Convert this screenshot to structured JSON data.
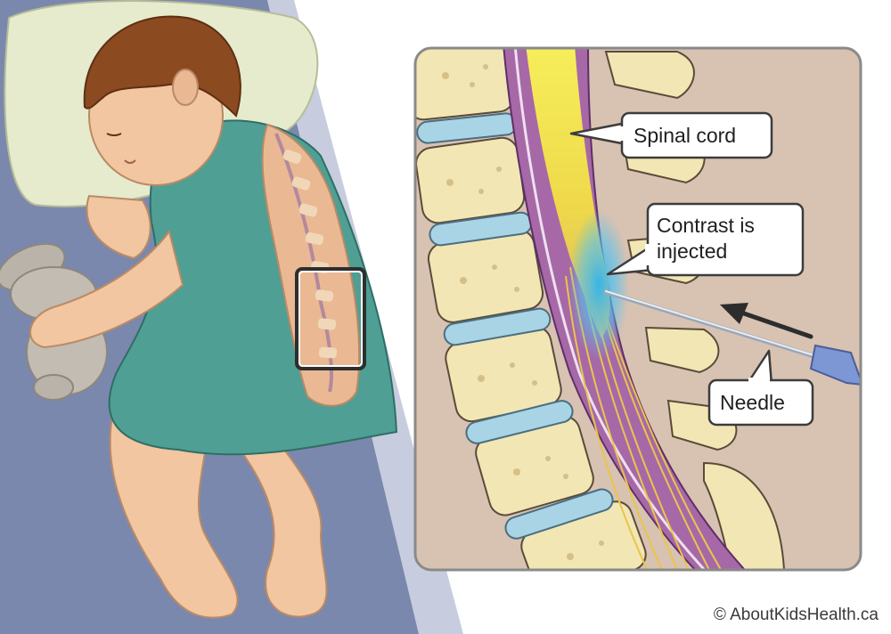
{
  "labels": {
    "spinal_cord": "Spinal cord",
    "contrast_line1": "Contrast is",
    "contrast_line2": "injected",
    "needle": "Needle"
  },
  "footer": {
    "copyright": "© AboutKidsHealth.ca"
  },
  "colors": {
    "bed": "#7b88ad",
    "gown": "#4f9f94",
    "inset_bg": "#d8c2b2",
    "bone": "#f2e6b4",
    "disc": "#a9d4e6",
    "cord": "#f2e53a",
    "dura": "#a768a8",
    "contrast": "#3fb7e8"
  }
}
